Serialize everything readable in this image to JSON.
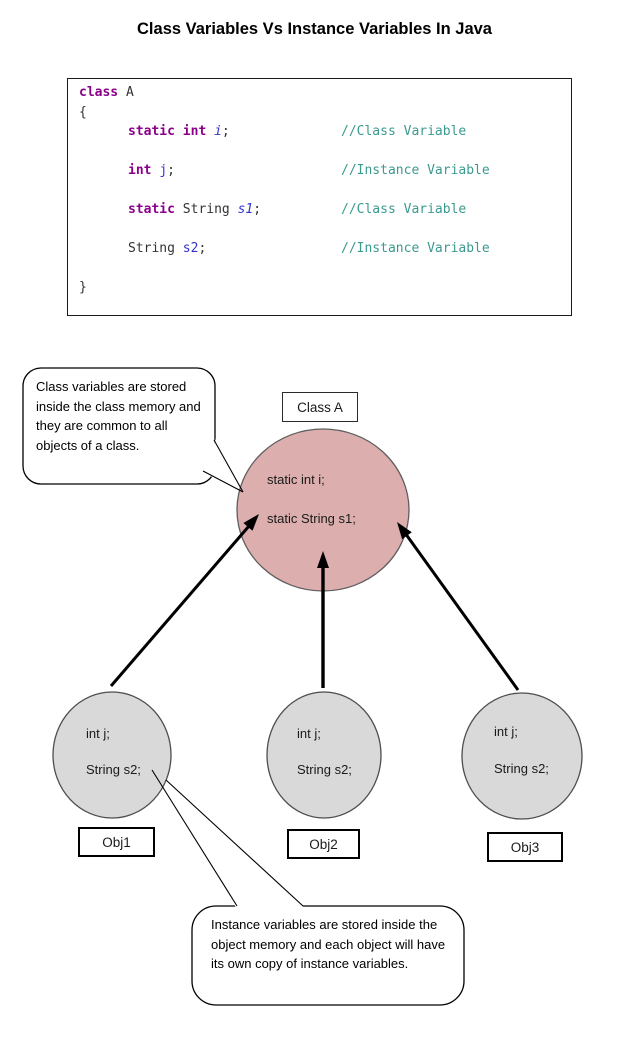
{
  "title": "Class Variables Vs Instance Variables In Java",
  "code": {
    "line1": {
      "kw": "class",
      "rest": " A"
    },
    "line2": {
      "text": "{"
    },
    "line3": {
      "kw": "static int ",
      "var": "i",
      "semi": ";",
      "comment": "//Class Variable"
    },
    "line4": {
      "kw": "int ",
      "var": "j",
      "semi": ";",
      "comment": "//Instance Variable"
    },
    "line5": {
      "kw": "static ",
      "type": "String ",
      "var": "s1",
      "semi": ";",
      "comment": "//Class Variable"
    },
    "line6": {
      "type": "String ",
      "var": "s2",
      "semi": ";",
      "comment": "//Instance Variable"
    },
    "line7": {
      "text": "}"
    },
    "colors": {
      "keyword": "#8B008B",
      "variable": "#3333CC",
      "comment": "#3B9A90",
      "plain": "#333333"
    }
  },
  "diagram": {
    "class_label": "Class A",
    "class_circle": {
      "line1": "static int i;",
      "line2": "static String s1;"
    },
    "objects": [
      {
        "label": "Obj1",
        "line1": "int j;",
        "line2": "String s2;"
      },
      {
        "label": "Obj2",
        "line1": "int j;",
        "line2": "String s2;"
      },
      {
        "label": "Obj3",
        "line1": "int j;",
        "line2": "String s2;"
      }
    ],
    "callouts": {
      "class_note": "Class variables are stored inside the class memory and they are common to all objects of a class.",
      "instance_note": "Instance variables are stored inside the object memory and each object will have its own copy of instance variables."
    },
    "colors": {
      "class_fill": "#DCAEAE",
      "object_fill": "#D9D9D9",
      "arrow": "#000000"
    }
  }
}
